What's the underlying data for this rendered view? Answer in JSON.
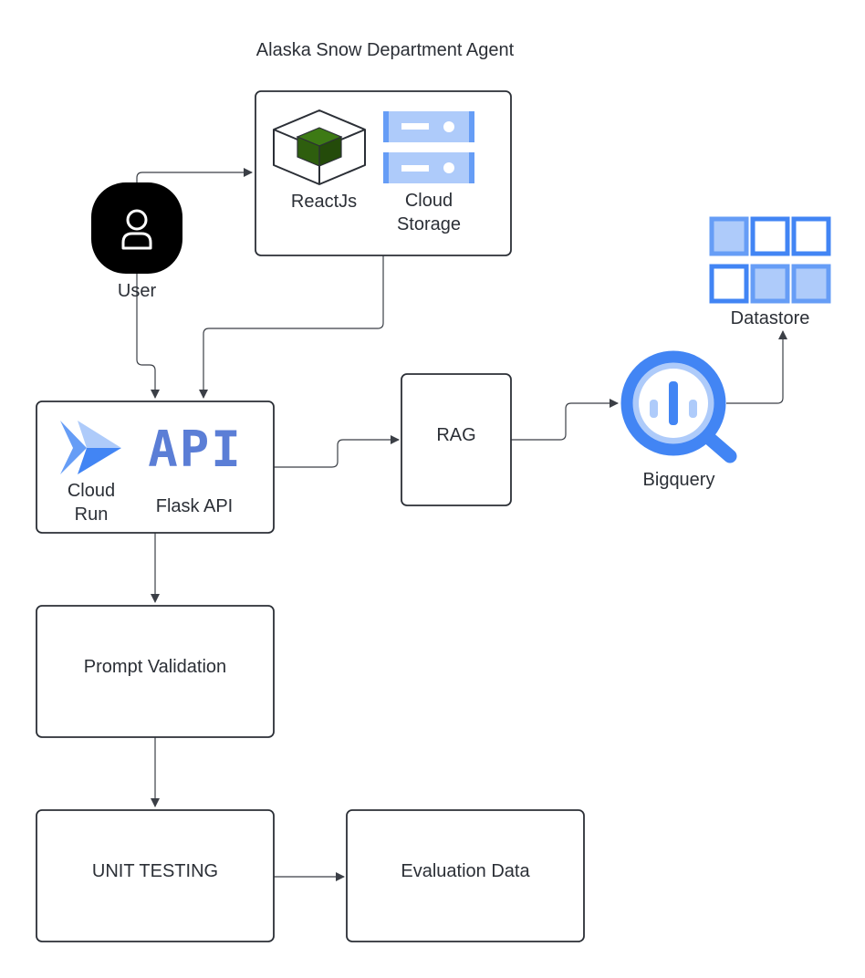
{
  "title": "Alaska Snow Department Agent",
  "nodes": {
    "user": {
      "label": "User",
      "icon": "user-icon"
    },
    "frontend": {
      "react": {
        "label": "ReactJs",
        "icon": "react-cube-icon"
      },
      "storage": {
        "label_line1": "Cloud",
        "label_line2": "Storage",
        "icon": "cloud-storage-icon"
      }
    },
    "backend": {
      "cloud_run": {
        "label_line1": "Cloud",
        "label_line2": "Run",
        "icon": "cloud-run-icon"
      },
      "flask": {
        "label": "Flask API",
        "icon_text": "API",
        "icon": "api-icon"
      }
    },
    "rag": {
      "label": "RAG"
    },
    "bigquery": {
      "label": "Bigquery",
      "icon": "bigquery-icon"
    },
    "datastore": {
      "label": "Datastore",
      "icon": "datastore-icon"
    },
    "prompt_validation": {
      "label": "Prompt Validation"
    },
    "unit_testing": {
      "label": "UNIT TESTING"
    },
    "evaluation_data": {
      "label": "Evaluation Data"
    }
  },
  "colors": {
    "stroke": "#2b2f36",
    "google_blue": "#4285f4",
    "light_blue": "#aecbfa",
    "mid_blue": "#669df6",
    "react_green": "#2e5e0e"
  }
}
